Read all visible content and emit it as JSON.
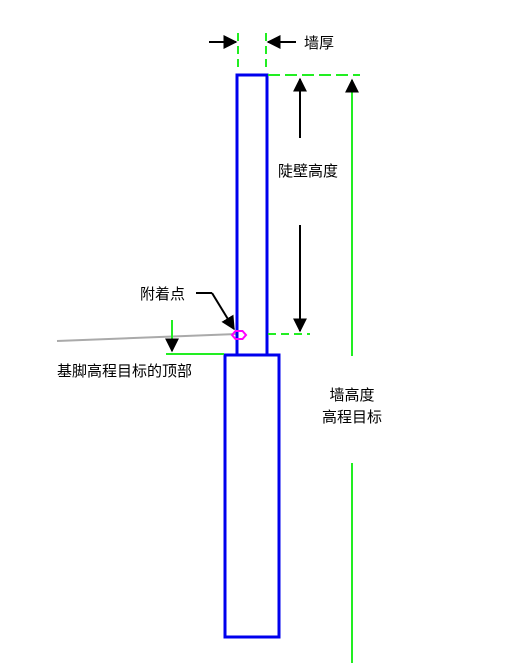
{
  "labels": {
    "wall_thickness": "墙厚",
    "stem_wall_height": "陡壁高度",
    "attachment_point": "附着点",
    "footing_top": "基脚高程目标的顶部",
    "wall_height_line1": "墙高度",
    "wall_height_line2": "高程目标"
  },
  "colors": {
    "wall_outline": "#0000ee",
    "dimension_lines": "#22ee22",
    "arrows": "#000000",
    "attachment_marker": "#ff00ff",
    "terrain_line": "#aaaaaa"
  }
}
